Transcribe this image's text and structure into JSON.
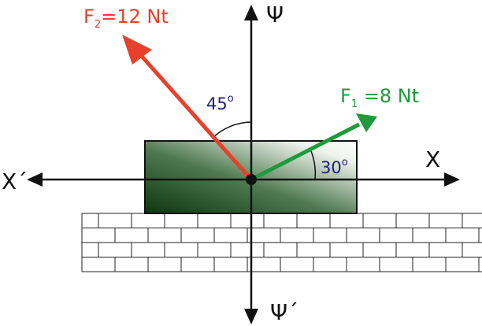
{
  "forces": {
    "f2": {
      "symbol": "F",
      "subscript": "2",
      "text": "=12 Nt",
      "angle_from_vertical_label": "45",
      "angle_unit": "o",
      "color": "#e8402a"
    },
    "f1": {
      "symbol": "F",
      "subscript": "1",
      "text": " =8 Nt",
      "angle_from_horizontal_label": "30",
      "angle_unit": "o",
      "color": "#1e9a3c"
    }
  },
  "axes": {
    "x_pos": "X",
    "x_neg": "X´",
    "y_pos": "Ψ",
    "y_neg": "Ψ´"
  },
  "colors": {
    "axis": "#111111",
    "angle_text": "#1f1f7a",
    "block_dark": "#0e3a12",
    "block_light": "#f4f7f2",
    "brick_line": "#222222"
  }
}
